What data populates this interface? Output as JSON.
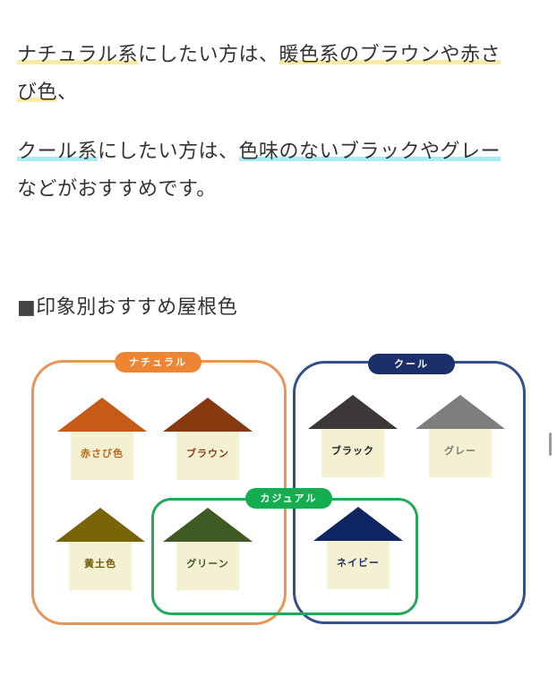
{
  "intro": {
    "line1_hl1": "ナチュラル系",
    "line1_mid": "にしたい方は、",
    "line1_hl2a": "暖色系のブラウンや赤さ",
    "line1_hl2b": "び色",
    "line1_end": "、",
    "line2_hl1": "クール系",
    "line2_mid": "にしたい方は、",
    "line2_hl2": "色味のないブラックやグレー",
    "line2_end": "などがおすすめです。"
  },
  "heading": {
    "square": "■",
    "text": "印象別おすすめ屋根色"
  },
  "diagram": {
    "groups": {
      "natural": {
        "label": "ナチュラル",
        "color": "#e8955a",
        "pill_color": "#ee8533"
      },
      "cool": {
        "label": "クール",
        "color": "#33508a",
        "pill_color": "#1c2f6b"
      },
      "casual": {
        "label": "カジュアル",
        "color": "#22a85a",
        "pill_color": "#14ad4f"
      }
    },
    "houses": [
      {
        "label": "赤さび色",
        "roof_color": "#c85a17",
        "text_color": "#b8661d"
      },
      {
        "label": "ブラウン",
        "roof_color": "#87390f",
        "text_color": "#8a3d12"
      },
      {
        "label": "ブラック",
        "roof_color": "#3d3838",
        "text_color": "#222222"
      },
      {
        "label": "グレー",
        "roof_color": "#7e7e7e",
        "text_color": "#7a7a7a"
      },
      {
        "label": "黄土色",
        "roof_color": "#7a6408",
        "text_color": "#6e5a08"
      },
      {
        "label": "グリーン",
        "roof_color": "#3f5a22",
        "text_color": "#3f5a22"
      },
      {
        "label": "ネイビー",
        "roof_color": "#0f2664",
        "text_color": "#1c2f6b"
      }
    ]
  }
}
